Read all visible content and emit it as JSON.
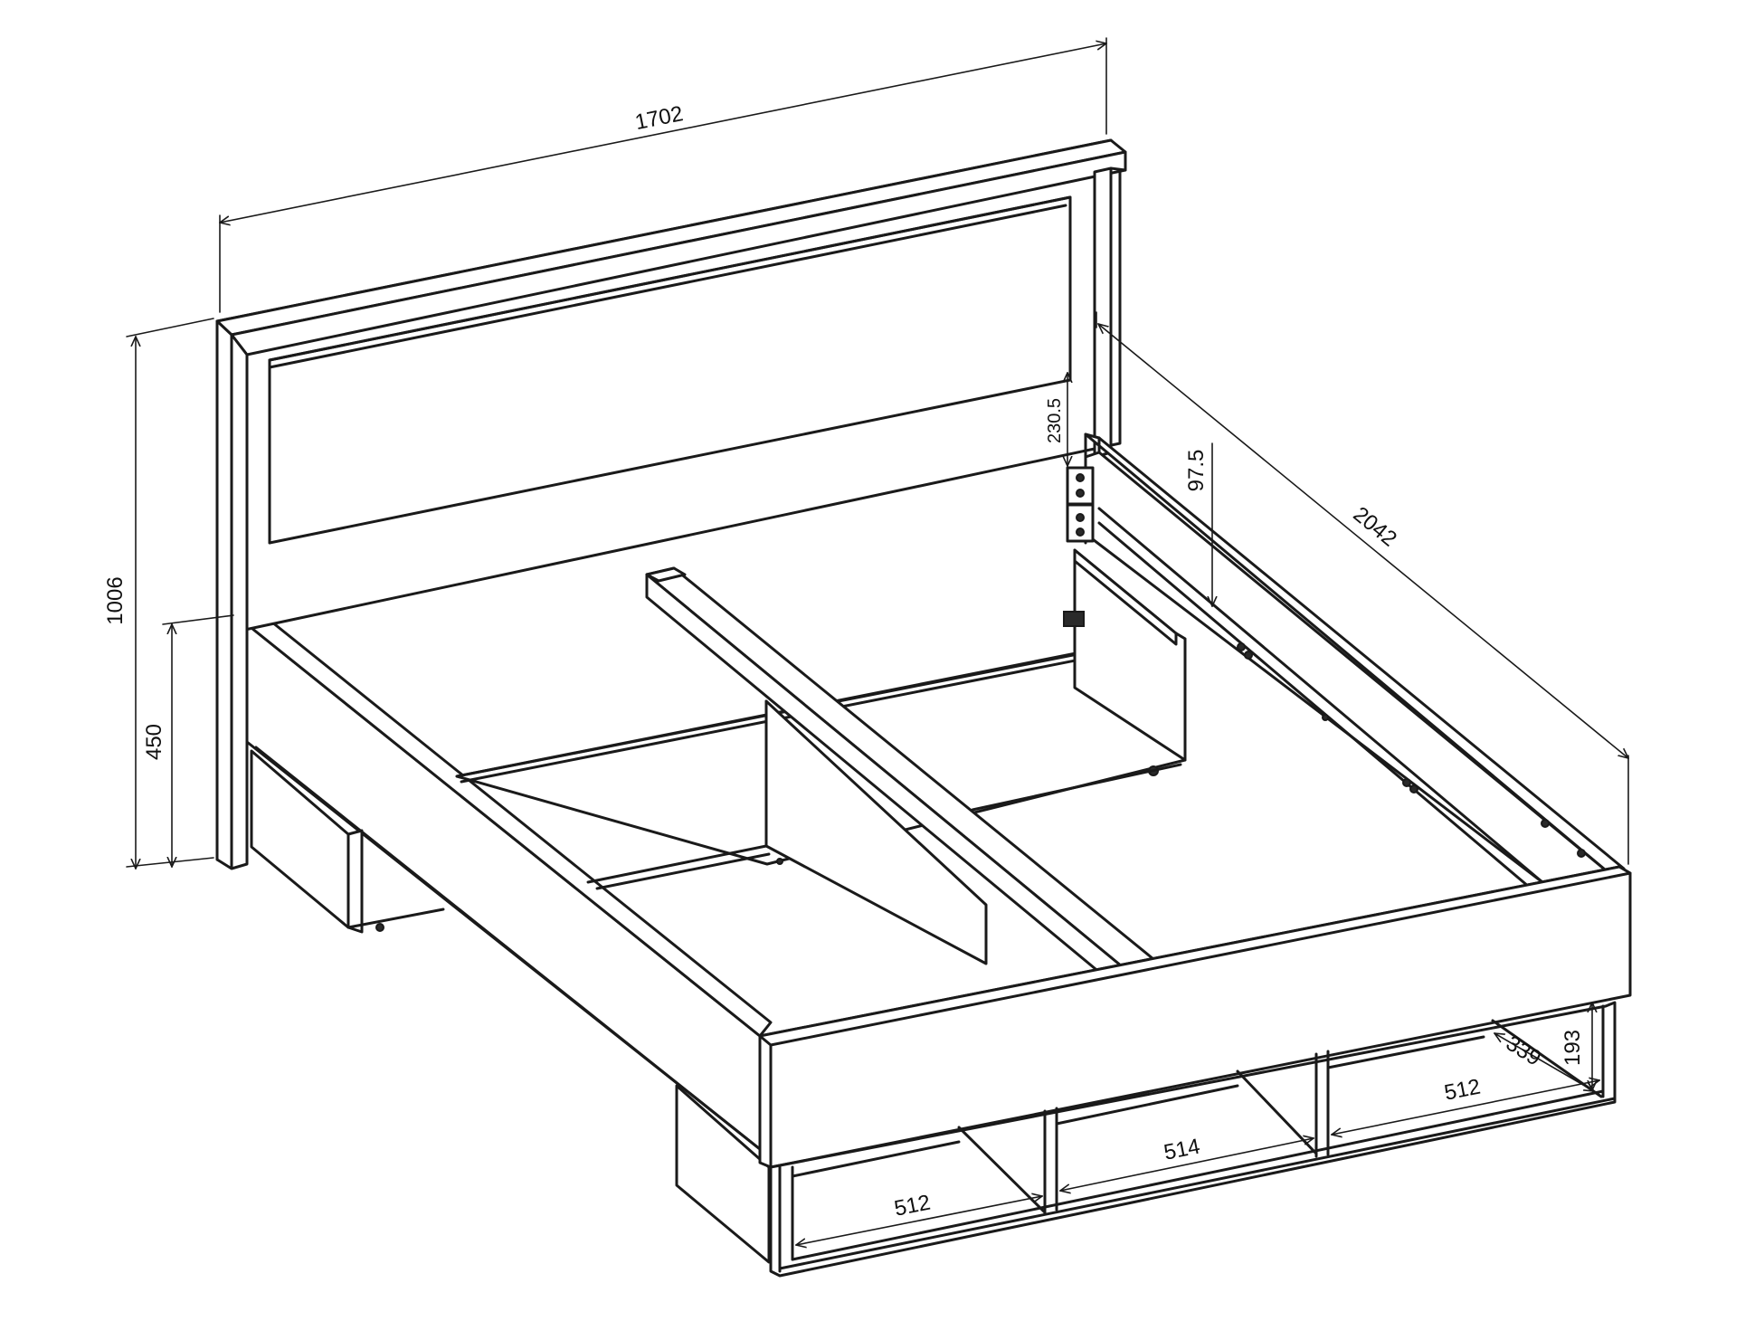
{
  "drawing": {
    "subject": "bed-frame-with-drawers",
    "line_color": "#1a1a1a",
    "background": "#ffffff"
  },
  "dimensions": {
    "headboard_width": "1702",
    "total_height": "1006",
    "frame_height": "450",
    "length": "2042",
    "headboard_panel_gap": "230.5",
    "rail_offset": "97.5",
    "front_left_drawer_width": "512",
    "front_middle_drawer_width": "514",
    "front_right_drawer_width": "512",
    "drawer_depth": "339",
    "drawer_height": "193"
  }
}
